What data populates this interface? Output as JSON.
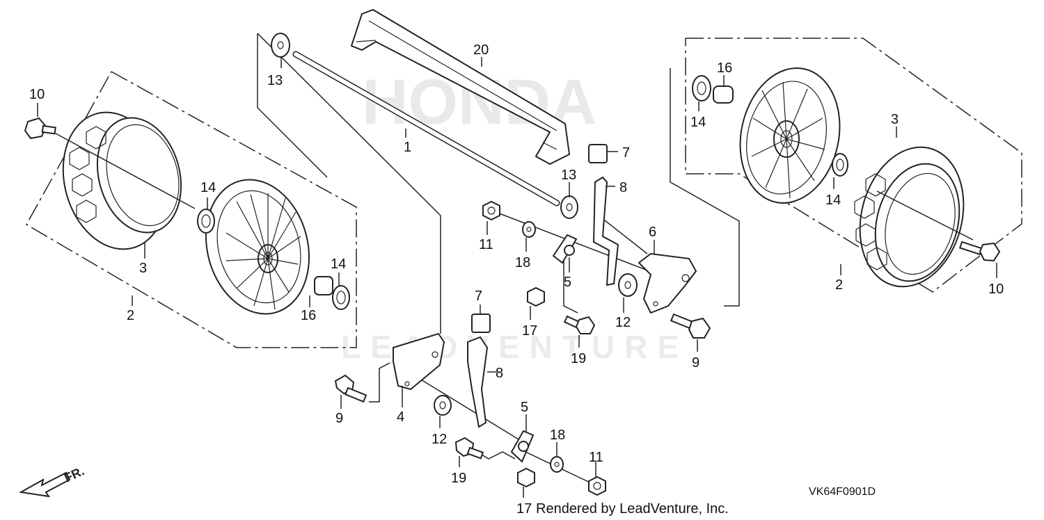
{
  "watermark": {
    "brand": "HONDA",
    "site": "LEADVENTURE"
  },
  "diagram_code": "VK64F0901D",
  "credit": "Rendered by LeadVenture, Inc.",
  "direction_label": "FR.",
  "callouts": {
    "c1": "1",
    "c2a": "2",
    "c2b": "2",
    "c3a": "3",
    "c3b": "3",
    "c4": "4",
    "c5a": "5",
    "c5b": "5",
    "c6": "6",
    "c7a": "7",
    "c7b": "7",
    "c8a": "8",
    "c8b": "8",
    "c9a": "9",
    "c9b": "9",
    "c10a": "10",
    "c10b": "10",
    "c11a": "11",
    "c11b": "11",
    "c12a": "12",
    "c12b": "12",
    "c13a": "13",
    "c13b": "13",
    "c14a": "14",
    "c14b": "14",
    "c14c": "14",
    "c14d": "14",
    "c16a": "16",
    "c16b": "16",
    "c17a": "17",
    "c17b": "17",
    "c18a": "18",
    "c18b": "18",
    "c19a": "19",
    "c19b": "19",
    "c20": "20"
  }
}
